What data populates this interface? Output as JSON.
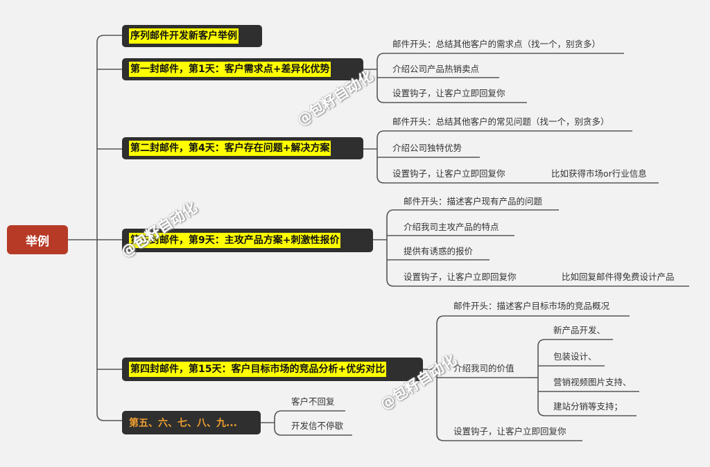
{
  "root": {
    "label": "举例"
  },
  "branches": [
    {
      "label": "序列邮件开发新客户举例"
    },
    {
      "label": "第一封邮件，第1天：客户需求点+差异化优势",
      "leaves": [
        "邮件开头：总结其他客户的需求点（找一个，别贪多）",
        "介绍公司产品热销卖点",
        "设置钩子，让客户立即回复你"
      ]
    },
    {
      "label": "第二封邮件，第4天：客户存在问题+解决方案",
      "leaves": [
        "邮件开头：总结其他客户的常见问题（找一个，别贪多）",
        "介绍公司独特优势",
        "设置钩子，让客户立即回复你"
      ],
      "sub": "比如获得市场or行业信息"
    },
    {
      "label": "第三封邮件，第9天：主攻产品方案+刺激性报价",
      "leaves": [
        "邮件开头：描述客户现有产品的问题",
        "介绍我司主攻产品的特点",
        "提供有诱惑的报价",
        "设置钩子，让客户立即回复你"
      ],
      "sub": "比如回复邮件得免费设计产品"
    },
    {
      "label": "第四封邮件，第15天：客户目标市场的竞品分析+优劣对比",
      "leaves": [
        "邮件开头：描述客户目标市场的竞品概况",
        "介绍我司的价值",
        "设置钩子，让客户立即回复你"
      ],
      "subs": [
        "新产品开发、",
        "包装设计、",
        "营销视频图片支持、",
        "建站分销等支持；"
      ]
    },
    {
      "label": "第五、六、七、八、九...",
      "leaves": [
        "客户不回复",
        "开发信不停歇"
      ]
    }
  ],
  "watermark": "@包籽自动化"
}
